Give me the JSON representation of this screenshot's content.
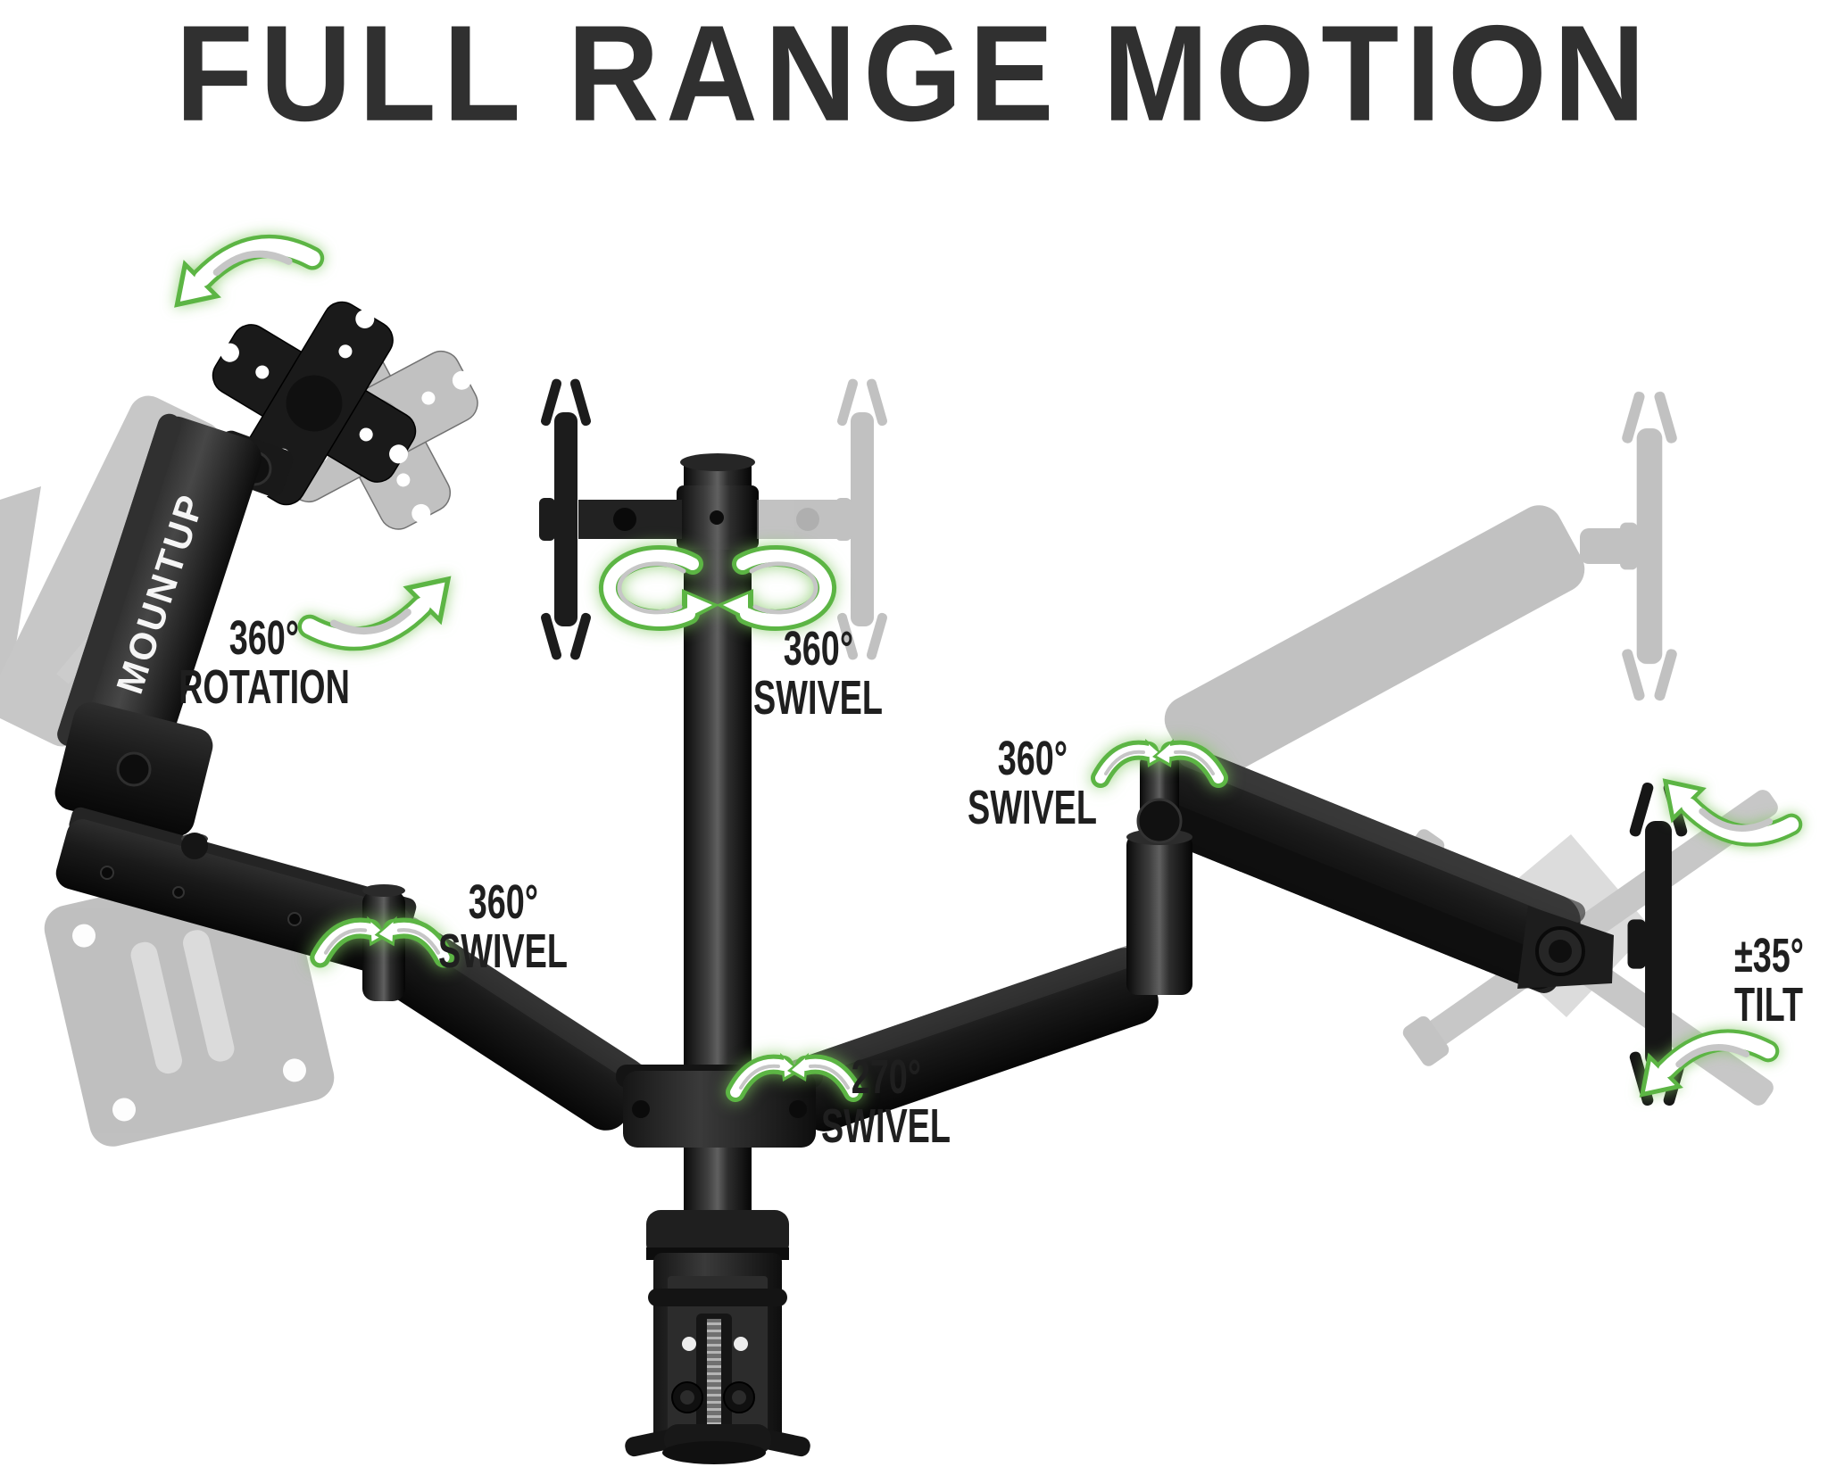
{
  "title": "FULL RANGE MOTION",
  "brand": {
    "logo_text": "MOUNTUP"
  },
  "annotations": {
    "rotation": {
      "value": "360°",
      "label": "ROTATION"
    },
    "swivel_top": {
      "value": "360°",
      "label": "SWIVEL"
    },
    "swivel_arm_right": {
      "value": "360°",
      "label": "SWIVEL"
    },
    "swivel_arm_left": {
      "value": "360°",
      "label": "SWIVEL"
    },
    "swivel_base": {
      "value": "270°",
      "label": "SWIVEL"
    },
    "tilt": {
      "value": "±35°",
      "label": "TILT"
    }
  },
  "colors": {
    "background": "#ffffff",
    "title_text": "#303030",
    "label_text": "#1f1f1f",
    "product_black": "#161616",
    "ghost_gray": "#8f8f8f",
    "accent_green": "#5cb544",
    "arrow_white": "#ffffff"
  },
  "icons": {
    "rotate-arrow-icon": "curved green arrow showing 360° rotation",
    "swivel-wings-icon": "paired green arrows showing swivel at a joint",
    "pole-swivel-loop-icon": "green loop arrows around the pole showing 360° swivel",
    "tilt-arrow-up-icon": "green curved arrow showing upward tilt",
    "tilt-arrow-down-icon": "green curved arrow showing downward tilt"
  }
}
